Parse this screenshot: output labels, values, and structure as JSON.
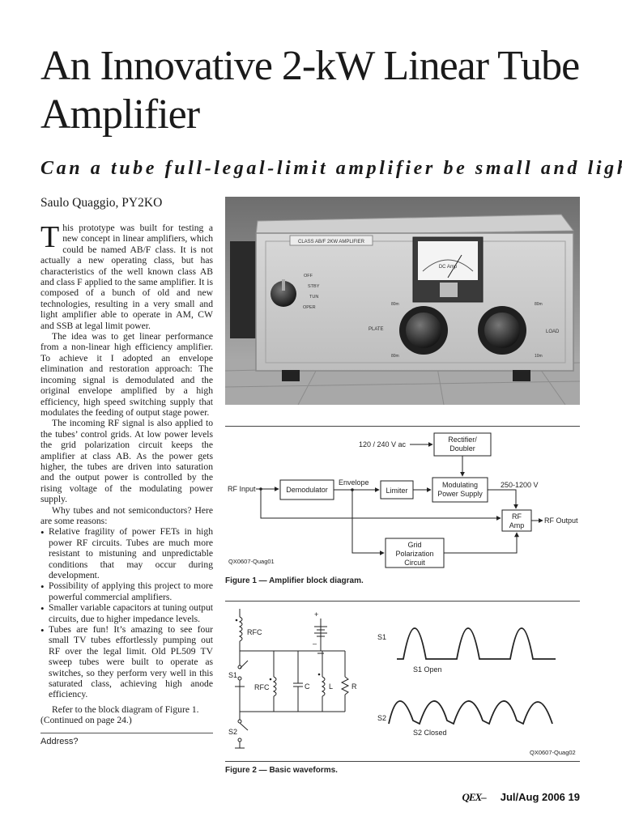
{
  "article": {
    "title": "An Innovative 2-kW Linear Tube Amplifier",
    "subtitle": "Can a tube full-legal-limit amplifier be small and light?",
    "author": "Saulo Quaggio, PY2KO",
    "dropcap": "T",
    "p1_rest": "his prototype was built for testing a new concept in linear amplifiers, which could be named AB/F class. It is not actually a new operating class, but has characteristics of the well known class AB and class F applied to the same amplifier. It is composed of a bunch of old and new technologies, resulting in a very small and light amplifier able to operate in AM, CW and SSB at legal limit power.",
    "p2": "The idea was to get linear performance from a non-linear high efficiency amplifier. To achieve it I adopted an envelope elimination and restoration approach: The incoming signal is demodulated and the original envelope amplified by a high efficiency, high speed switching supply that modulates the feeding of output stage power.",
    "p3": "The incoming RF signal is also applied to the tubes’ control grids. At low power levels the grid polarization circuit keeps the amplifier at class AB. As the power gets higher, the tubes are driven into saturation and the output power is controlled by the rising voltage of the modulating power supply.",
    "p4": "Why tubes and not semiconductors? Here are some reasons:",
    "bullets": [
      "Relative fragility of power FETs in high power RF circuits. Tubes are much more resistant to mistuning and unpredictable conditions that may occur during development.",
      "Possibility of applying this project to more powerful commercial amplifiers.",
      "Smaller variable capacitors at tuning output circuits, due to higher impedance levels.",
      "Tubes are fun! It’s amazing to see four small TV tubes effortlessly pumping out RF over the legal limit. Old PL509 TV sweep tubes were built to operate as switches, so they perform very well in this saturated class, achieving high anode efficiency."
    ],
    "p5": "Refer to the block diagram of Figure 1.",
    "continued": "(Continued on page 24.)",
    "address": "Address?"
  },
  "photo": {
    "panel_label": "CLASS AB/F 2KW AMPLIFIER",
    "meter_label": "DC Amp",
    "switch_positions": [
      "OFF",
      "STBY",
      "TUN",
      "OPER"
    ],
    "plate_label": "PLATE",
    "load_label": "LOAD",
    "dial_marks_left": [
      "80m",
      "80m"
    ],
    "dial_marks_right": [
      "80m",
      "10m"
    ]
  },
  "figure1": {
    "caption": "Figure 1 — Amplifier block diagram.",
    "code": "QX0607-Quag01",
    "ac_input": "120 / 240 V ac",
    "rectifier_l1": "Rectifier/",
    "rectifier_l2": "Doubler",
    "rf_input": "RF Input",
    "demodulator": "Demodulator",
    "envelope": "Envelope",
    "limiter": "Limiter",
    "modulating_l1": "Modulating",
    "modulating_l2": "Power Supply",
    "voltage": "250-1200 V",
    "rf_amp_l1": "RF",
    "rf_amp_l2": "Amp",
    "rf_output": "RF Output",
    "grid_l1": "Grid",
    "grid_l2": "Polarization",
    "grid_l3": "Circuit"
  },
  "figure2": {
    "caption": "Figure 2 — Basic waveforms.",
    "code": "QX0607-Quag02",
    "rfc_top": "RFC",
    "rfc_mid": "RFC",
    "c": "C",
    "l": "L",
    "r": "R",
    "s1": "S1",
    "s2": "S2",
    "wave_s1": "S1",
    "wave_s2": "S2",
    "s1_state": "S1 Open",
    "s2_state": "S2 Closed",
    "plus": "+",
    "minus": "–"
  },
  "footer": {
    "logo": "QEX–",
    "issue": "Jul/Aug  2006 19"
  }
}
